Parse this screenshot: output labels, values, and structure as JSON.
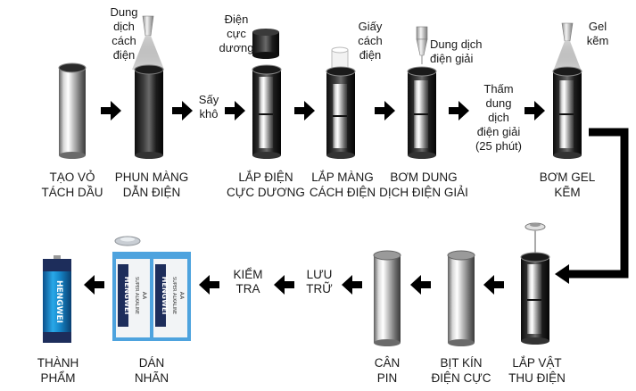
{
  "steps_row1": [
    {
      "id": "tao-vo",
      "line1": "TẠO VỎ",
      "line2": "TÁCH DẦU"
    },
    {
      "id": "phun-mang",
      "line1": "PHUN MÀNG",
      "line2": "DẪN ĐIỆN"
    },
    {
      "id": "lap-dien-cuc",
      "line1": "LẮP ĐIỆN",
      "line2": "CỰC DƯƠNG"
    },
    {
      "id": "lap-mang",
      "line1": "LẮP MÀNG",
      "line2": "CÁCH ĐIỆN"
    },
    {
      "id": "bom-dung-dich",
      "line1": "BƠM DUNG",
      "line2": "DỊCH ĐIỆN GIẢI"
    },
    {
      "id": "bom-gel",
      "line1": "BƠM GEL",
      "line2": "KẼM"
    }
  ],
  "steps_row2": [
    {
      "id": "thanh-pham",
      "line1": "THÀNH",
      "line2": "PHẨM"
    },
    {
      "id": "dan-nhan",
      "line1": "DÁN",
      "line2": "NHÃN"
    },
    {
      "id": "can-pin",
      "line1": "CÂN",
      "line2": "PIN"
    },
    {
      "id": "bit-kin",
      "line1": "BỊT KÍN",
      "line2": "ĐIỆN CỰC"
    },
    {
      "id": "lap-vat",
      "line1": "LẮP VẬT",
      "line2": "THU ĐIỆN"
    }
  ],
  "annotations": {
    "dung_dich_cach_dien": [
      "Dung",
      "dịch",
      "cách",
      "điện"
    ],
    "dien_cuc_duong": [
      "Điện",
      "cực",
      "dương"
    ],
    "giay_cach_dien": [
      "Giấy",
      "cách",
      "điện"
    ],
    "dung_dich_dien_giai": [
      "Dung dịch",
      "điện giải"
    ],
    "gel_kem": [
      "Gel",
      "kẽm"
    ]
  },
  "arrow_labels": {
    "say_kho": [
      "Sấy",
      "khô"
    ],
    "tham_dung_dich": [
      "Thấm",
      "dung",
      "dịch",
      "điện giải",
      "(25 phút)"
    ],
    "kiem_tra": [
      "KIỂM",
      "TRA"
    ],
    "luu_tru": [
      "LƯU",
      "TRỮ"
    ]
  },
  "battery": {
    "brand": "HENGWEI",
    "subtext": "SUPER ALKALINE",
    "size": "AA"
  }
}
